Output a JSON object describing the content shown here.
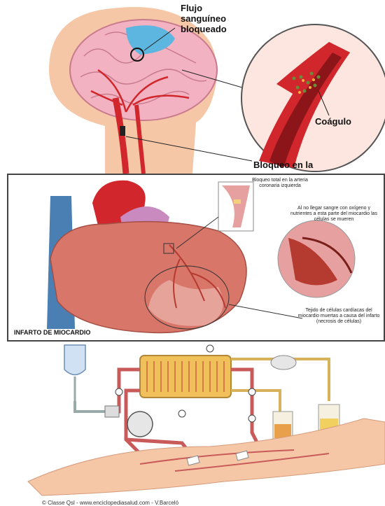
{
  "stroke_panel": {
    "label_blocked_flow_1": "Flujo",
    "label_blocked_flow_2": "sanguíneo",
    "label_blocked_flow_3": "bloqueado",
    "label_clot": "Coágulo",
    "label_block": "Bloqueo en la"
  },
  "heart_panel": {
    "title": "INFARTO DE MIOCARDIO",
    "label_total_block": "Bloqueo total en la arteria coronaria izquierda",
    "label_no_blood": "Al no llegar sangre con oxígeno y nutrientes a esta parte del miocardio las células se mueren",
    "label_tissue": "Tejido de células cardíacas del miocardio muertas a causa del infarto (necrosis de células)"
  },
  "dialysis_panel": {
    "credit": "© Classe Qsl - www.enciclopediasalud.com - V.Barceló"
  },
  "colors": {
    "brain": "#f3b2c2",
    "artery": "#d1262b",
    "blocked_region": "#5db6df",
    "skin": "#f6c7a6",
    "heart": "#d9766a",
    "tube": "#c85a5a"
  }
}
